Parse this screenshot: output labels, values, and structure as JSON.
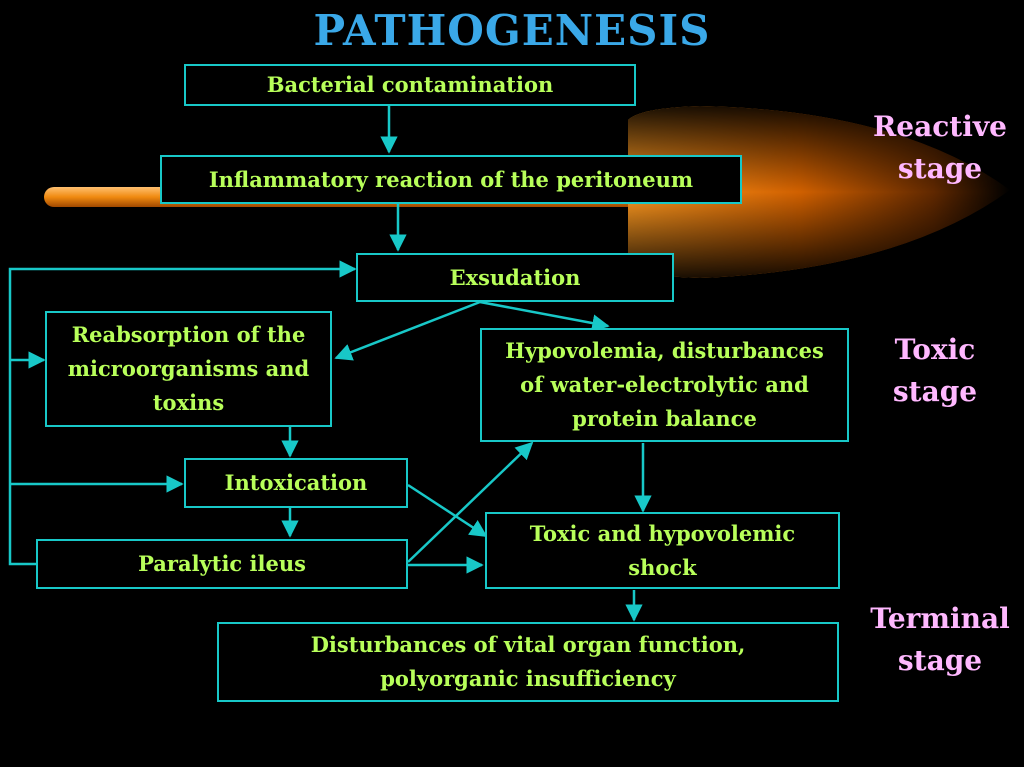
{
  "title": "PATHOGENESIS",
  "colors": {
    "title": "#3aa8e8",
    "box_border": "#18c8c8",
    "box_text": "#b8ff5a",
    "arrow": "#18c8c8",
    "stage_text": "#ffb8ff",
    "glow": "#f08000"
  },
  "boxes": {
    "bacterial": "Bacterial contamination",
    "inflammatory": "Inflammatory reaction of the peritoneum",
    "exsudation": "Exsudation",
    "reabsorption": "Reabsorption of the microorganisms and toxins",
    "hypovolemia": "Hypovolemia, disturbances of  water-electrolytic and protein balance",
    "intoxication": "Intoxication",
    "paralytic": "Paralytic ileus",
    "shock": "Toxic and hypovolemic shock",
    "disturbances": "Disturbances of vital organ function, polyorganic insufficiency"
  },
  "stages": {
    "reactive": "Reactive stage",
    "toxic": "Toxic stage",
    "terminal": "Terminal stage"
  }
}
